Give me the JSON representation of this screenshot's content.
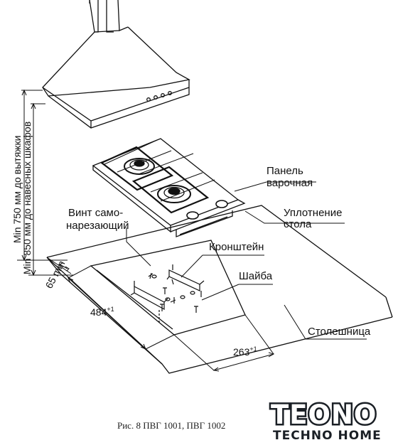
{
  "labels": {
    "panel_line1": "Панель",
    "panel_line2": "варочная",
    "seal_line1": "Уплотнение",
    "seal_line2": "стола",
    "screw_line1": "Винт само-",
    "screw_line2": "нарезающий",
    "bracket": "Кронштейн",
    "washer": "Шайба",
    "countertop": "Столешница"
  },
  "dimensions": {
    "hood_min_750": "Min 750 мм до вытяжки",
    "cabinet_min_850": "Min 850 мм до навесных шкафов",
    "edge_min": "65 min",
    "cutout_width": "484",
    "cutout_width_tol": "+1",
    "cutout_depth": "263",
    "cutout_depth_tol": "+1"
  },
  "caption": "Рис. 8     ПВГ 1001, ПВГ 1002",
  "logo": {
    "brand": "TEONO",
    "tagline": "TECHNO HOME",
    "color": "#1a1f25",
    "accent": "#ffffff"
  }
}
